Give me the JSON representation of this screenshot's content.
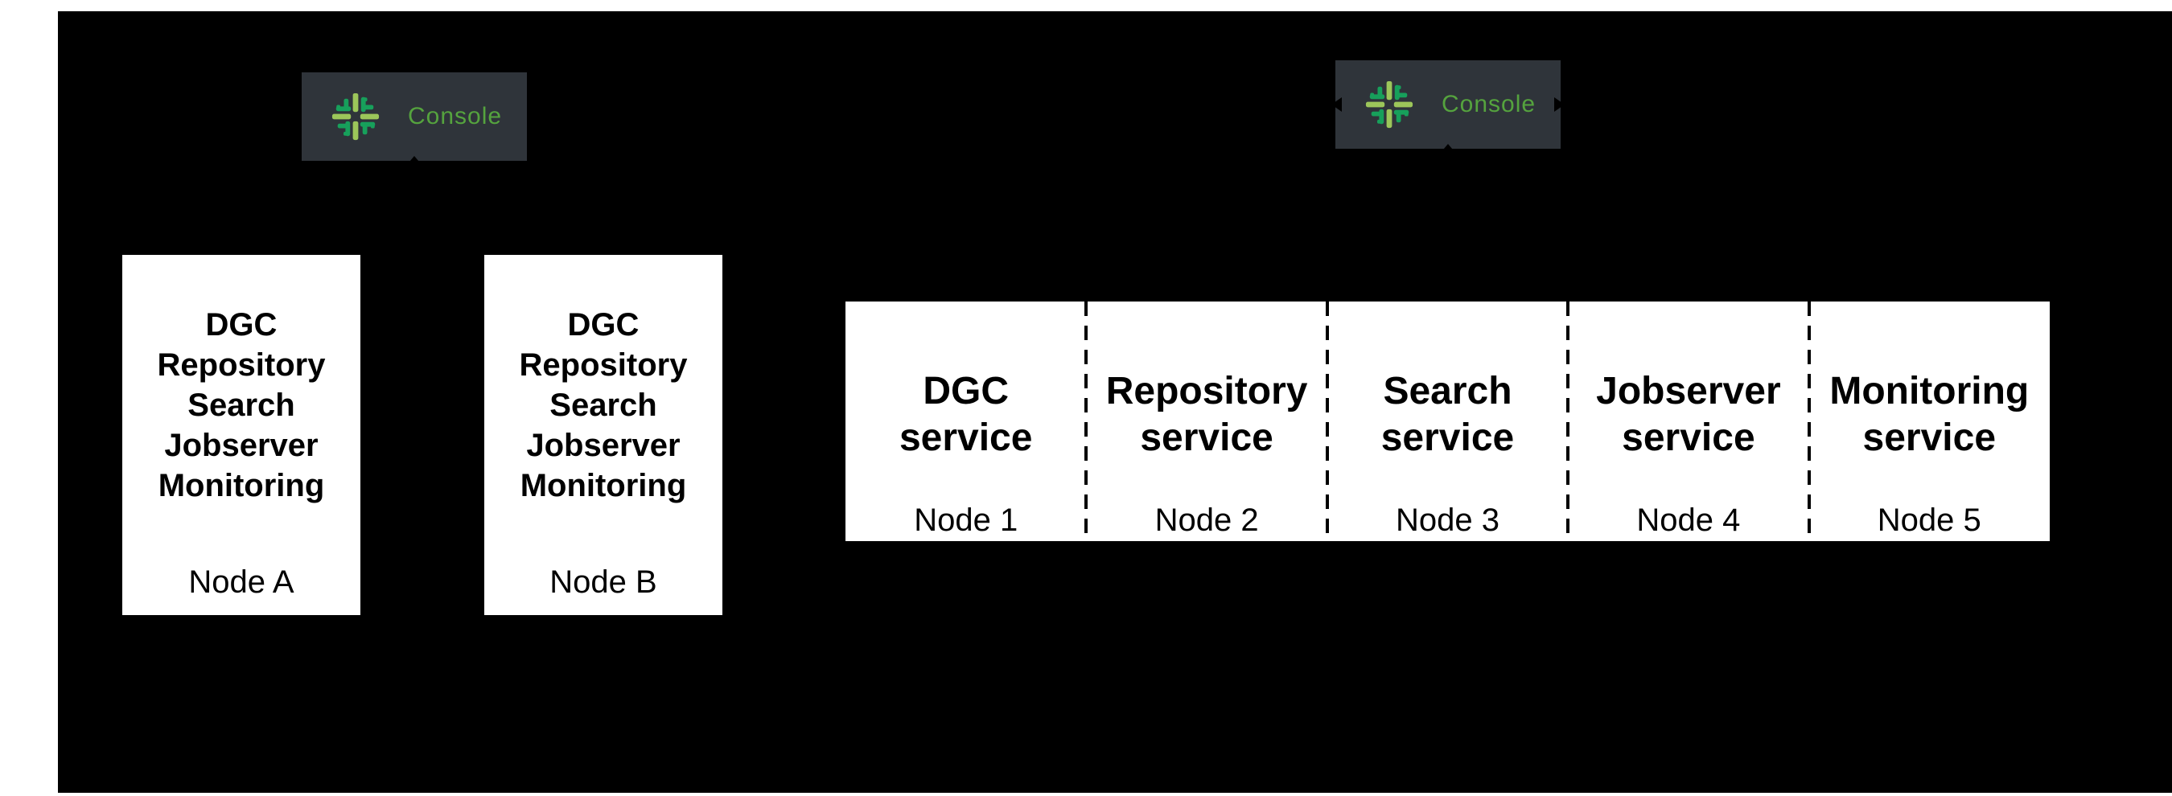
{
  "console": {
    "label": "Console"
  },
  "colors": {
    "canvas_bg": "#000000",
    "badge_bg": "#2f343a",
    "console_text_green": "#55a33e",
    "logo_green_dark": "#17a05b",
    "logo_green_light": "#9cc65a",
    "box_bg": "#ffffff",
    "box_text": "#000000"
  },
  "ha_cluster": {
    "boxes": [
      {
        "services": "DGC\nRepository\nSearch\nJobserver\nMonitoring",
        "node": "Node A"
      },
      {
        "services": "DGC\nRepository\nSearch\nJobserver\nMonitoring",
        "node": "Node B"
      }
    ]
  },
  "distributed_cluster": {
    "cells": [
      {
        "service": "DGC\nservice",
        "node": "Node 1"
      },
      {
        "service": "Repository\nservice",
        "node": "Node 2"
      },
      {
        "service": "Search\nservice",
        "node": "Node 3"
      },
      {
        "service": "Jobserver\nservice",
        "node": "Node 4"
      },
      {
        "service": "Monitoring\nservice",
        "node": "Node 5"
      }
    ]
  }
}
